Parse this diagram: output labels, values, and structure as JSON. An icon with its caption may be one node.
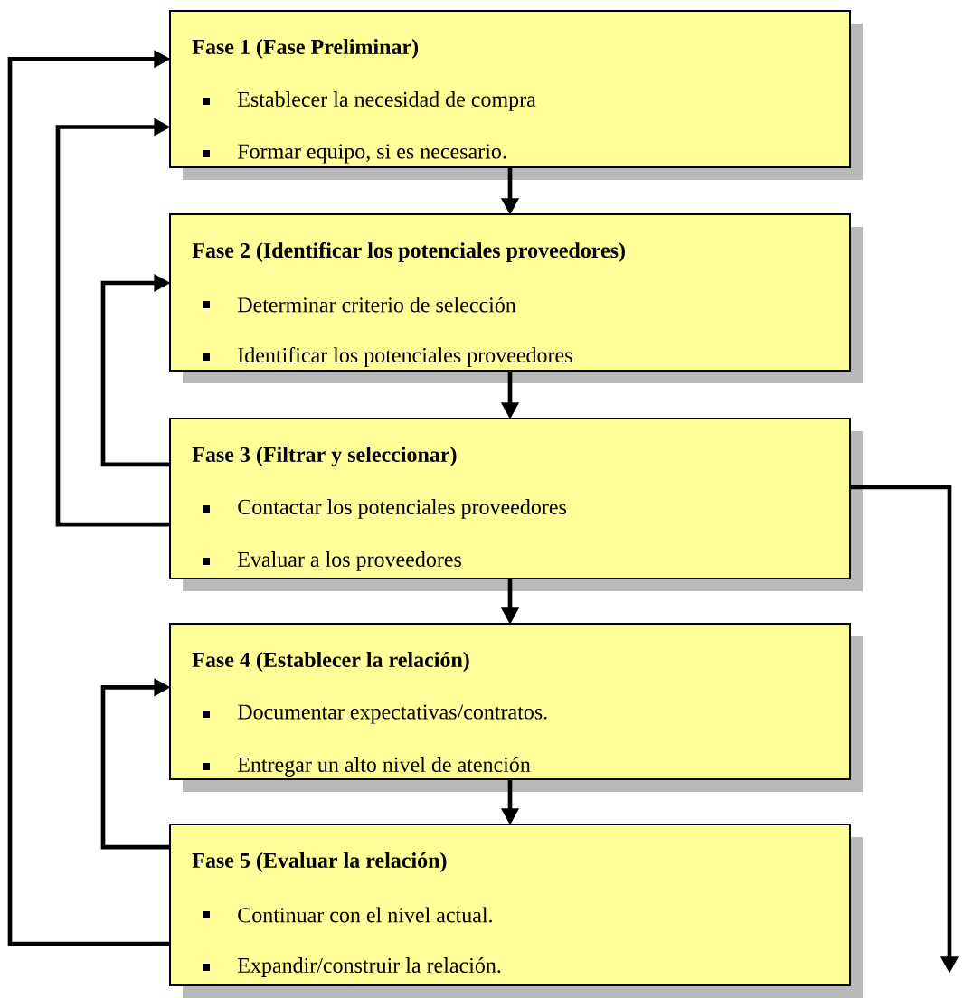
{
  "diagram": {
    "nodes": [
      {
        "text": [
          "Fase 1 (Fase Preliminar)",
          "Establecer la necesidad de compra",
          "Formar equipo, si es necesario."
        ]
      },
      {
        "text": [
          "Fase 2 (Identificar los potenciales proveedores)",
          "Determinar criterio de selección",
          "Identificar los potenciales proveedores"
        ]
      },
      {
        "text": [
          "Fase 3 (Filtrar y seleccionar)",
          "Contactar los potenciales proveedores",
          "Evaluar a los proveedores"
        ]
      },
      {
        "text": [
          "Fase 4 (Establecer la relación)",
          "Documentar expectativas/contratos.",
          "Entregar un alto nivel de atención"
        ]
      },
      {
        "text": [
          "Fase 5 (Evaluar la relación)",
          "Continuar con el nivel actual.",
          "Expandir/construir la relación."
        ]
      }
    ],
    "edges": [
      {
        "from": 0,
        "to": 1,
        "arrow": "to"
      },
      {
        "from": 1,
        "to": 2,
        "arrow": "to"
      },
      {
        "from": 2,
        "to": 3,
        "arrow": "to"
      },
      {
        "from": 3,
        "to": 4,
        "arrow": "to"
      },
      {
        "from": 2,
        "to": 1,
        "arrow": "to"
      },
      {
        "from": 2,
        "to": 0,
        "arrow": "to"
      },
      {
        "from": 4,
        "to": 3,
        "arrow": "to"
      },
      {
        "from": 4,
        "to": 0,
        "arrow": "to"
      },
      {
        "from": 2,
        "to": null,
        "arrow": "to"
      }
    ]
  }
}
